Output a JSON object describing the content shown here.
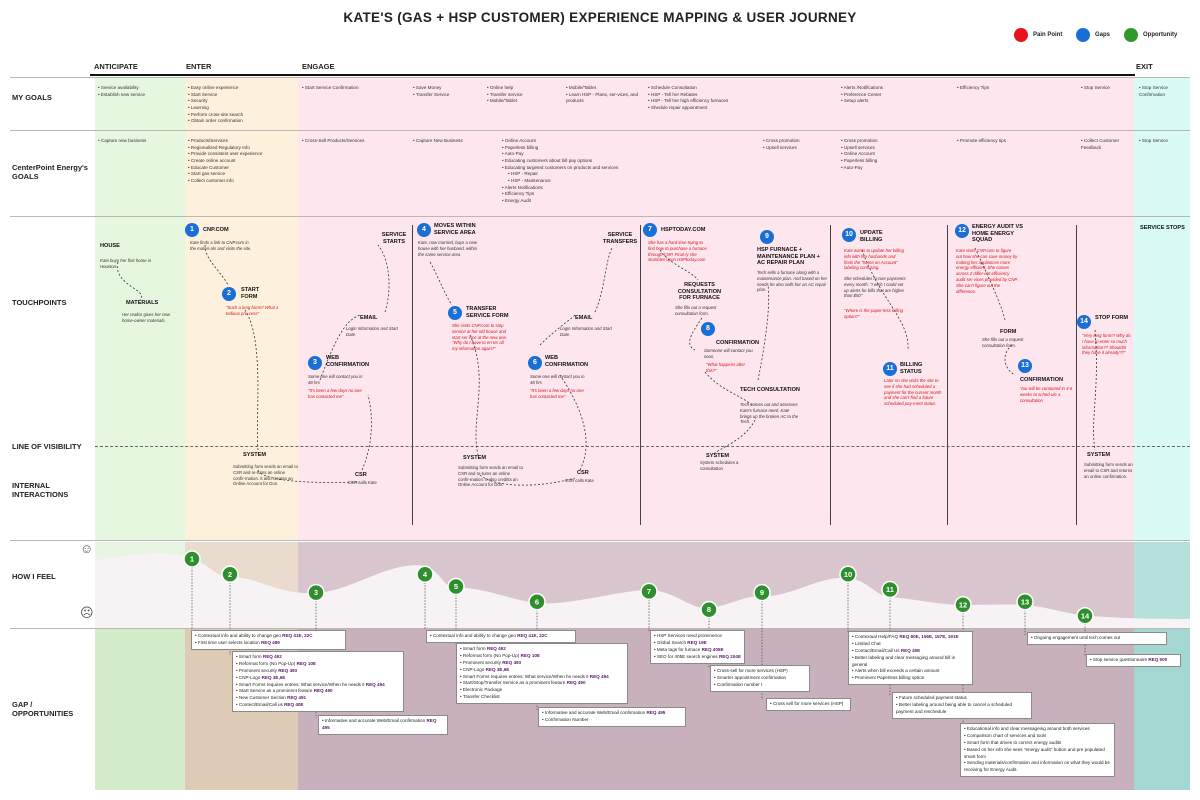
{
  "title": "KATE'S (GAS + HSP CUSTOMER) EXPERIENCE MAPPING & USER JOURNEY",
  "legend": [
    {
      "label": "Pain Point",
      "color": "#e8121a"
    },
    {
      "label": "Gaps",
      "color": "#1a6fd6"
    },
    {
      "label": "Opportunity",
      "color": "#2f9a2a"
    }
  ],
  "stages": [
    "ANTICIPATE",
    "ENTER",
    "ENGAGE",
    "EXIT"
  ],
  "rows": {
    "my_goals": "MY GOALS",
    "cnp_goals": "CenterPoint Energy's GOALS",
    "touchpoints": "TOUCHPOINTS",
    "visibility": "LINE OF VISIBILITY",
    "internal": "INTERNAL INTERACTIONS",
    "feel": "HOW I FEEL",
    "gap": "GAP / OPPORTUNITIES"
  },
  "my_goals": [
    [
      "Service availability",
      "Establish new service"
    ],
    [
      "Easy online experience",
      "Start Service",
      "Security",
      "Learning",
      "Perform cross-site search",
      "Obtain order confirmation"
    ],
    [
      "Start Service Confirmation"
    ],
    [
      "Save Money",
      "Transfer Service"
    ],
    [
      "Online help",
      "Transfer service",
      "Mobile/Tablet"
    ],
    [
      "Mobile/Tablet",
      "Learn HSP - Plans, ser-vices, and products"
    ],
    [
      "Schedule Consultation",
      "HSP - Tell her Rebates",
      "HSP - Tell her high efficiency furnaces",
      "Shedule repair appointment"
    ],
    [
      "Alerts /Notifications",
      "Preference Center",
      "Setup alerts"
    ],
    [
      "Efficiency Tips"
    ],
    [
      "Stop Service"
    ],
    [
      "Stop Service Confirmation"
    ]
  ],
  "cnp_goals": [
    [
      "Capture new business"
    ],
    [
      "Products/Services",
      "Regionalized Regulatory Info",
      "Provide consistent user experience",
      "Create online account",
      "Educate Customer",
      "Start gas service",
      "Collect customer info"
    ],
    [
      "Cross-Sell Products/Services"
    ],
    [
      "Capture New Business"
    ],
    [
      "Online Account",
      "Paperless billing",
      "Auto-Pay",
      "Educating customers about bill pay options",
      "Educating targeted customers on products and services",
      "  HSP - Repair",
      "  HSP - Maintenance",
      "Alerts Notifications",
      "Efficiency Tips",
      "Energy Audit"
    ],
    [
      "Cross promotion",
      "Upsell services"
    ],
    [
      "Cross promotion",
      "Upsell services",
      "Online Account",
      "Paperless billing",
      "Auto-Pay"
    ],
    [
      "Promote efficiency tips"
    ],
    [
      "Collect Customer Feedback"
    ],
    [
      "Stop Service"
    ]
  ],
  "touchpoints": {
    "house": {
      "head": "HOUSE",
      "text": "Kate buys her first home in Houston."
    },
    "materials": {
      "head": "MATERIALS",
      "text": "Her realtor gives her new home-owner materials."
    },
    "t1": {
      "num": "1",
      "head": "CNP.COM",
      "text": "Kate finds a link to CNP.com in the materi-als and visits the site."
    },
    "t2": {
      "num": "2",
      "head": "START FORM",
      "quote": "\"Such a long form!!! What a tedious pro-cess\""
    },
    "service_starts": {
      "head": "SERVICE STARTS"
    },
    "email1": {
      "head": "EMAIL",
      "text": "Login Information and Start Date."
    },
    "t3": {
      "num": "3",
      "head": "WEB CONFIRMATION",
      "text": "Some one will contact you in 48 hrs",
      "quote": "\"It's been a few days no one has contacted me\""
    },
    "t4": {
      "num": "4",
      "head": "MOVES WITHIN SERVICE AREA",
      "text": "Kate, now married, buys a new house with her husband, within the same service area"
    },
    "t5": {
      "num": "5",
      "head": "TRANSFER SERVICE FORM",
      "quote": "She visits CNP.com to stop service at her old house and start ser-vice at the new one. \"Why do I have to en-ter all my information again?\""
    },
    "service_transfers": {
      "head": "SERVICE TRANSFERS"
    },
    "email2": {
      "head": "EMAIL",
      "text": "Login Information and Start Date."
    },
    "t6": {
      "num": "6",
      "head": "WEB CONFIRMATION",
      "text": "Some one will contact you in 48 hrs",
      "quote": "\"It's been a few days no one has contacted me\""
    },
    "t7": {
      "num": "7",
      "head": "HSPTODAY.COM",
      "quote": "She has a hard time trying to find how to purchase a furnace through CNP. Final-ly she stumbles upon HSPtoday.com"
    },
    "requests": {
      "head": "REQUESTS CONSULTATION FOR FURNACE",
      "text": "She fills out a request consultation form."
    },
    "t8": {
      "num": "8",
      "head": "CONFIRMATION",
      "text": "Someone will contact you soon.",
      "quote": "\"What happens after this?\""
    },
    "t9": {
      "num": "9",
      "head": "HSP FURNACE + MAINTENANCE PLAN + AC REPAIR PLAN",
      "text": "Tech sells a furnace along with a maintenance plan. And based on her needs he also sells her an AC repair plan."
    },
    "tech": {
      "head": "TECH CONSULTATION",
      "text": "Tech comes out and assesses Kate's furnace need. Kate brings up the broken AC to the Tech."
    },
    "t10": {
      "num": "10",
      "head": "UPDATE BILLING",
      "quote": "Kate wants to update her billing info with her husbands and finds the \"home on Account\" labeling confusing.",
      "text": "She schedules fu-ture payments every month. \"I wish I could set up alerts for bills that are higher than $50\"",
      "quote2": "\"Where is the paper-less billing option?\""
    },
    "t11": {
      "num": "11",
      "head": "BILLING STATUS",
      "quote": "Later on she visits the site to see if she had scheduled a payment for the current month and she can't find a future scheduled pay-ment status"
    },
    "t12": {
      "num": "12",
      "head": "ENERGY AUDIT VS HOME ENERGY SQUAD",
      "quote": "Kate visits CNP.com to figure out how she can save money by making her appliances more energy efficient. She comes across 2 differ-ent efficiency audit ser-vices provided by CNP. She can't figure out the difference."
    },
    "form": {
      "head": "FORM",
      "text": "She fills out a request consultation form."
    },
    "t13": {
      "num": "13",
      "head": "CONFIRMATION",
      "quote": "You will be contacted in 4-6 weeks to sched-ule a consultation"
    },
    "t14": {
      "num": "14",
      "head": "STOP FORM",
      "quote": "\"Very long form!!! Why do I have to enter so much information?? Shouldnt they have it already??\""
    },
    "service_stops": {
      "head": "SERVICE STOPS"
    }
  },
  "internal": {
    "system1": {
      "head": "SYSTEM",
      "text": "Submitting form sends an email to CSR and re-turns an online confir-mation. It also creates an Online Account for Don."
    },
    "csr1": {
      "head": "CSR",
      "text": "CSR calls Kate"
    },
    "system2": {
      "head": "SYSTEM",
      "text": "Submitting form sends an email to CSR and re-turns an online confir-mation. It also creditts an Online Account for Don."
    },
    "csr2": {
      "head": "CSR",
      "text": "CSR calls Kate"
    },
    "system3": {
      "head": "SYSTEM",
      "text": "System schedules a consultation"
    },
    "system4": {
      "head": "SYSTEM",
      "text": "Submitting form sends an email to CSR and returns an online confirmation."
    }
  },
  "feel_points": [
    "1",
    "2",
    "3",
    "4",
    "5",
    "6",
    "7",
    "8",
    "9",
    "10",
    "11",
    "12",
    "13",
    "14"
  ],
  "feel_levels": [
    0.95,
    0.7,
    0.4,
    0.7,
    0.5,
    0.25,
    0.42,
    0.12,
    0.4,
    0.7,
    0.45,
    0.2,
    0.25,
    0.02
  ],
  "gaps": {
    "g1": [
      [
        "Contextual info and ability to change geo ",
        "REQ 41E, 22C"
      ],
      [
        "First time user selects location ",
        "REQ 489"
      ]
    ],
    "g2": [
      [
        "Smart form ",
        "REQ 492"
      ],
      [
        "Reformat form (No Pop-Up) ",
        "REQ 10E"
      ],
      [
        "Prominent security ",
        "REQ 493"
      ],
      [
        "CNP-Logo ",
        "REQ 3E,6E"
      ],
      [
        "Smart Forms requires entries: What service/When he needs it ",
        "REQ 494"
      ],
      [
        "Start Service as a prominent feature ",
        "REQ 490"
      ],
      [
        "New Customer Section ",
        "REQ 491"
      ],
      [
        "Contect/Email/Call us ",
        "REQ 40E"
      ]
    ],
    "g3": [
      [
        "Informative and accurate Web/Email confirmation ",
        "REQ 495"
      ]
    ],
    "g4": [
      [
        "Contextual info and ability to change geo ",
        "REQ 41E, 22C"
      ]
    ],
    "g5": [
      [
        "Smart form ",
        "REQ 492"
      ],
      [
        "Reformat form (No Pop-Up) ",
        "REQ 10E"
      ],
      [
        "Prominent security ",
        "REQ 493"
      ],
      [
        "CNP-Logo ",
        "REQ 3E,6E"
      ],
      [
        "Smart Forms requires entries: What service/When he needs it ",
        "REQ 494"
      ],
      [
        "Start/Stop/Transfer Service as a prominent feature ",
        "REQ 490"
      ],
      [
        "Electronic Package",
        ""
      ],
      [
        "Transfer Checklist",
        ""
      ]
    ],
    "g6": [
      [
        "Informative and accurate Web/Email confirmation ",
        "REQ 495"
      ],
      [
        "Confirmation Number",
        ""
      ]
    ],
    "g7": [
      [
        "HSP Services need prominence",
        ""
      ],
      [
        "Global Search ",
        "REQ 19E"
      ],
      [
        "Meta tags for furnace ",
        "REQ 405E"
      ],
      [
        "SEO for 405E search engines ",
        "REQ 204E"
      ]
    ],
    "g8": [
      [
        "Cross-sell for more services (HSP)",
        ""
      ],
      [
        "Smarter appointment confirmation",
        ""
      ],
      [
        "Confirmation number t",
        ""
      ]
    ],
    "g9": [
      [
        "Cross sell for more services (HSP)",
        ""
      ]
    ],
    "g10": [
      [
        "Contextual Help/FAQ ",
        "REQ 80E, 156E, 157E, 191E"
      ],
      [
        "Limited Chat",
        ""
      ],
      [
        "Contact/Email/Call Us ",
        "REQ 40E"
      ],
      [
        "Better labeling and clear messaging around bill in general",
        ""
      ],
      [
        "Alerts when bill exceeds a certain amount",
        ""
      ],
      [
        "Prominent Paperless billing option",
        ""
      ]
    ],
    "g11": [
      [
        "Future scheduled payment status",
        ""
      ],
      [
        "Better labeling around being able to cancel a scheduled payment and reschedule",
        ""
      ]
    ],
    "g12": [
      [
        "Educational info and clear messageing around both services",
        ""
      ],
      [
        "Comparison chart of services and tools",
        ""
      ],
      [
        "Smart form that drives to correct energy audits",
        ""
      ],
      [
        "Based on her info she sees \"energy audit\" button and pre populated smart form",
        ""
      ],
      [
        "Sending materials/confirmation and information on what they would be receiving for Energy Audit.",
        ""
      ]
    ],
    "g13": [
      [
        "Ongoing engagement until tech comes out",
        ""
      ]
    ],
    "g14": [
      [
        "Stop service questionnaire ",
        "REQ 500"
      ]
    ]
  },
  "colors": {
    "anticipate": "#e6f7df",
    "enter": "#fdf0dc",
    "engage": "#fde6ee",
    "exit": "#dafaf6",
    "feel_engage": "#d9c5cd",
    "feel_exit": "#b6e0dc",
    "gap_engage": "#c8b0bc",
    "gap_exit": "#a4d7d2"
  }
}
